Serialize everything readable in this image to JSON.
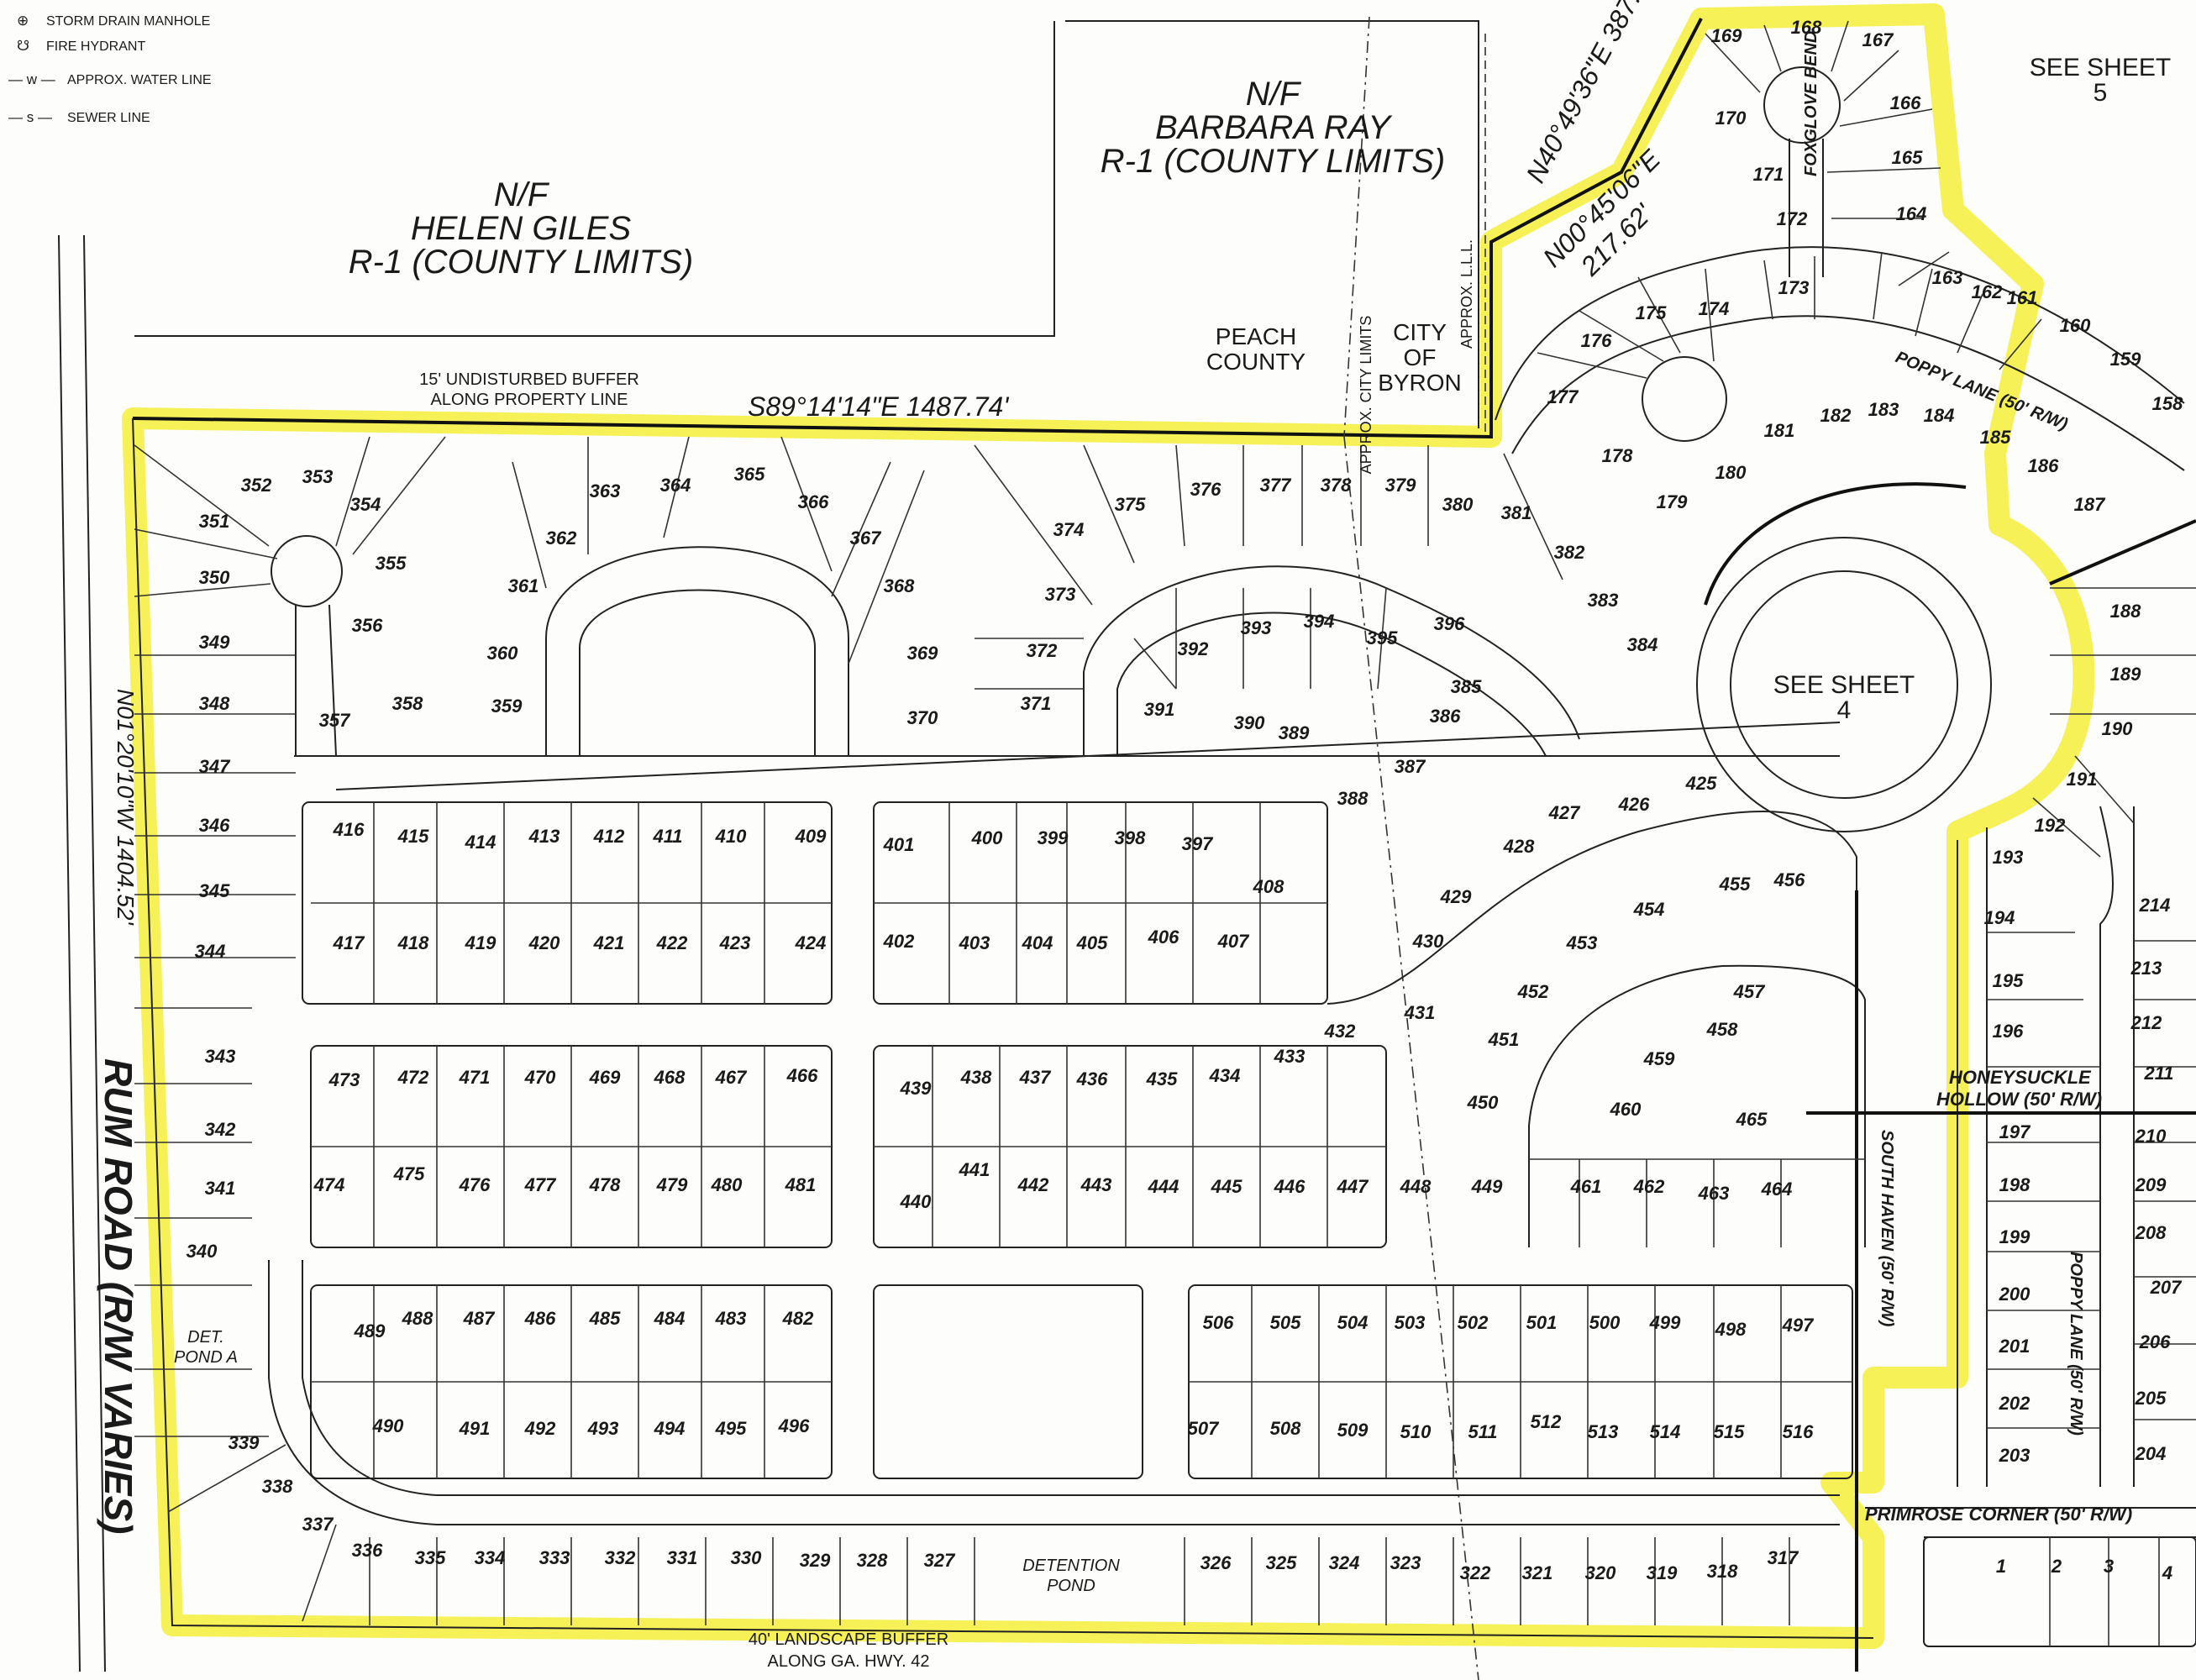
{
  "legend": [
    {
      "symbol": "⊕",
      "label": "STORM DRAIN MANHOLE"
    },
    {
      "symbol": "☋",
      "label": "FIRE HYDRANT"
    },
    {
      "symbol": "— w —",
      "label": "APPROX. WATER LINE"
    },
    {
      "symbol": "— s —",
      "label": "SEWER LINE"
    }
  ],
  "owners": {
    "giles": {
      "line1": "N/F",
      "line2": "HELEN GILES",
      "line3": "R-1 (COUNTY LIMITS)"
    },
    "ray": {
      "line1": "N/F",
      "line2": "BARBARA RAY",
      "line3": "R-1 (COUNTY LIMITS)"
    }
  },
  "jurisdictions": {
    "peach_line1": "PEACH",
    "peach_line2": "COUNTY",
    "byron_line1": "CITY",
    "byron_line2": "OF",
    "byron_line3": "BYRON",
    "city_limits": "APPROX. CITY LIMITS",
    "approx_lll": "APPROX. L.L.L."
  },
  "bearings": {
    "north": "S89°14'14\"E 1487.74'",
    "ne1": "N40°49'36\"E 387.",
    "ne2a": "N00°45'06\"E",
    "ne2b": "217.62'",
    "west": "N01°20'10\"W 1404.52'"
  },
  "buffers": {
    "top_line1": "15' UNDISTURBED BUFFER",
    "top_line2": "ALONG PROPERTY LINE",
    "bottom_line1": "40' LANDSCAPE BUFFER",
    "bottom_line2": "ALONG GA. HWY. 42"
  },
  "roads": {
    "rum": "RUM ROAD (R/W VARIES)",
    "poppy_top": "POPPY LANE (50' R/W)",
    "poppy_right": "POPPY LANE (50' R/W)",
    "honeysuckle1": "HONEYSUCKLE",
    "honeysuckle2": "HOLLOW (50' R/W)",
    "south_haven": "SOUTH HAVEN (50' R/W)",
    "primrose": "PRIMROSE CORNER (50' R/W)",
    "foxglove": "FOXGLOVE BEND"
  },
  "sheets": {
    "sheet4_line1": "SEE SHEET",
    "sheet4_line2": "4",
    "sheet5_line1": "SEE SHEET",
    "sheet5_line2": "5"
  },
  "features": {
    "det_pond_a_line1": "DET.",
    "det_pond_a_line2": "POND A",
    "detention_line1": "DETENTION",
    "detention_line2": "POND"
  },
  "lots": [
    "352",
    "353",
    "351",
    "354",
    "350",
    "355",
    "349",
    "356",
    "348",
    "357",
    "358",
    "359",
    "347",
    "346",
    "345",
    "344",
    "360",
    "361",
    "362",
    "363",
    "364",
    "365",
    "366",
    "367",
    "368",
    "369",
    "370",
    "371",
    "372",
    "373",
    "374",
    "375",
    "376",
    "377",
    "378",
    "379",
    "380",
    "381",
    "382",
    "383",
    "384",
    "385",
    "386",
    "387",
    "388",
    "389",
    "390",
    "391",
    "392",
    "393",
    "394",
    "395",
    "396",
    "416",
    "415",
    "414",
    "413",
    "412",
    "411",
    "410",
    "409",
    "417",
    "418",
    "419",
    "420",
    "421",
    "422",
    "423",
    "424",
    "401",
    "400",
    "399",
    "398",
    "397",
    "402",
    "403",
    "404",
    "405",
    "406",
    "407",
    "408",
    "427",
    "426",
    "425",
    "428",
    "429",
    "430",
    "431",
    "432",
    "433",
    "434",
    "453",
    "454",
    "455",
    "456",
    "452",
    "451",
    "450",
    "457",
    "458",
    "459",
    "460",
    "465",
    "343",
    "342",
    "341",
    "340",
    "339",
    "338",
    "337",
    "336",
    "335",
    "334",
    "333",
    "332",
    "331",
    "330",
    "329",
    "328",
    "327",
    "326",
    "325",
    "324",
    "323",
    "322",
    "321",
    "320",
    "319",
    "318",
    "317",
    "473",
    "472",
    "471",
    "470",
    "469",
    "468",
    "467",
    "466",
    "474",
    "475",
    "476",
    "477",
    "478",
    "479",
    "480",
    "481",
    "439",
    "438",
    "437",
    "436",
    "435",
    "440",
    "441",
    "442",
    "443",
    "444",
    "445",
    "446",
    "447",
    "448",
    "449",
    "461",
    "462",
    "463",
    "464",
    "489",
    "488",
    "487",
    "486",
    "485",
    "484",
    "483",
    "482",
    "490",
    "491",
    "492",
    "493",
    "494",
    "495",
    "496",
    "506",
    "505",
    "504",
    "503",
    "502",
    "501",
    "500",
    "499",
    "498",
    "497",
    "507",
    "508",
    "509",
    "510",
    "511",
    "512",
    "513",
    "514",
    "515",
    "516",
    "169",
    "168",
    "167",
    "166",
    "170",
    "165",
    "171",
    "164",
    "172",
    "173",
    "174",
    "175",
    "176",
    "177",
    "163",
    "162",
    "161",
    "160",
    "159",
    "158",
    "178",
    "179",
    "180",
    "181",
    "182",
    "183",
    "184",
    "185",
    "186",
    "187",
    "188",
    "189",
    "190",
    "191",
    "192",
    "193",
    "194",
    "195",
    "196",
    "197",
    "198",
    "199",
    "200",
    "201",
    "202",
    "203",
    "214",
    "213",
    "212",
    "211",
    "210",
    "209",
    "208",
    "207",
    "206",
    "205",
    "204",
    "1",
    "2",
    "3",
    "4"
  ]
}
